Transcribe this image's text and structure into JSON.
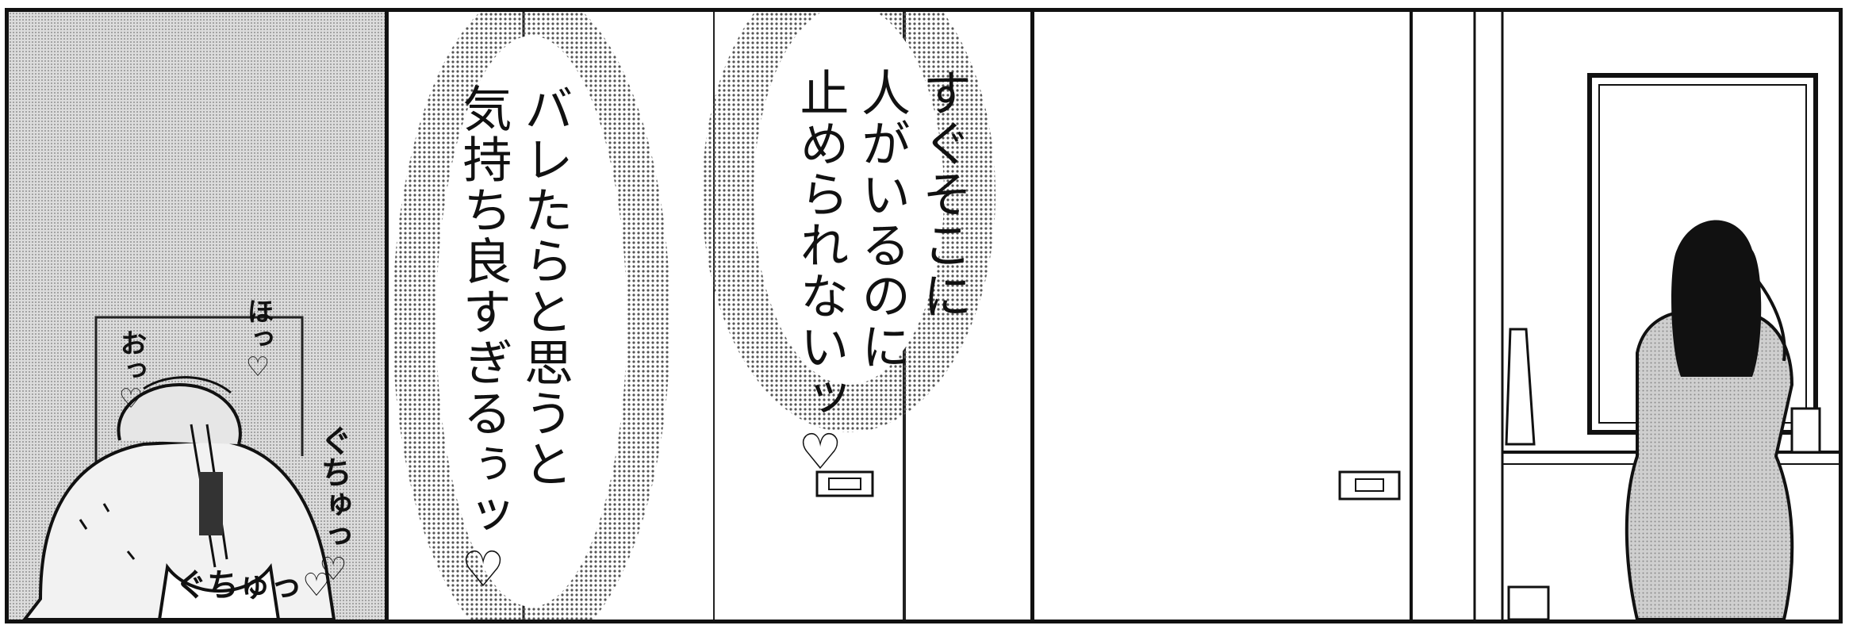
{
  "panel1": {
    "sfx_ho": "ほっ♡",
    "sfx_o": "おっ♡",
    "sfx_guchu_1": "ぐちゅっ♡",
    "sfx_guchu_2": "ぐちゅっ♡"
  },
  "panel2": {
    "left_balloon": "バレたらと思うと\n気持ち良すぎるぅッ♡",
    "right_balloon": "すぐそこに\n人がいるのに\n止められないッ♡"
  },
  "colors": {
    "ink": "#111111",
    "tone": "#9a9a9a",
    "paper": "#ffffff"
  }
}
